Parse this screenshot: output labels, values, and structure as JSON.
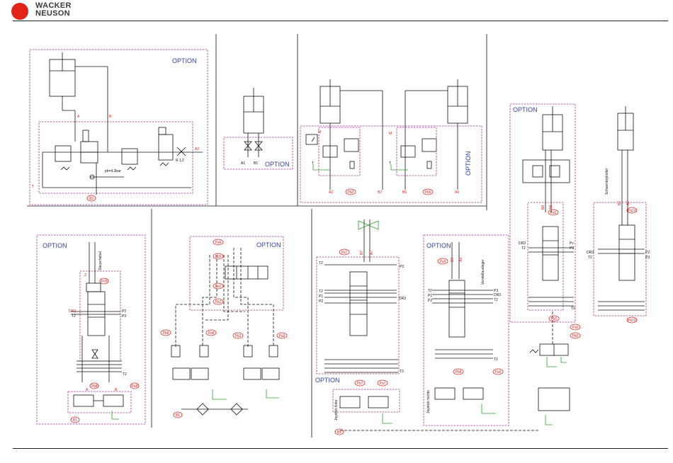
{
  "header": {
    "brand_line1": "WACKER",
    "brand_line2": "NEUSON"
  },
  "colors": {
    "option_label": "#2f3f9e",
    "option_frame": "#a0338c",
    "port_tag": "#e2231a",
    "tank_line": "#2aa12a",
    "brand_red": "#e2231a",
    "lines": "#111111"
  },
  "option_label": "OPTION",
  "panel1": {
    "a": "A",
    "b": "B",
    "t": "T",
    "r": "R 1,2",
    "a2": "A2",
    "pb": "pb=4,3bar",
    "port": "B3"
  },
  "panel2": {
    "a1": "A1",
    "b1": "B1"
  },
  "panel3": {
    "m1": "M",
    "m2": "M",
    "t1": "T",
    "t2": "T",
    "a2": "A2",
    "pb2": "Pb2",
    "b2": "B2",
    "b6": "B6",
    "pb6": "Pb6",
    "a6": "A6"
  },
  "panel4": {
    "rotated": "Steuerhebel",
    "z": "Z",
    "dr3": "DR3",
    "t2a": "T2",
    "p2": "P2",
    "p3": "P3",
    "t2b": "T2",
    "pv": "Pv9",
    "pb": "Pb8",
    "pa": "Pa8",
    "port": "B1",
    "a": "A",
    "b": "B"
  },
  "panel5": {
    "pa6": "Pa6",
    "pb5": "Pb5",
    "pa2": "Pa2",
    "pb2": "Pb2",
    "pb8": "Pb8",
    "pa8": "Pa8",
    "pb3": "Pb3",
    "pa3": "Pa3",
    "port": "B1"
  },
  "panel6": {
    "pa7": "Pa7",
    "b7": "B7",
    "a7": "A7",
    "t2a": "T2",
    "p3": "P3",
    "t2b": "T2",
    "p1": "P1",
    "p2": "P2",
    "dr3": "DR3",
    "t2c": "T2",
    "pb7": "Pb7",
    "pa7b": "Pa7",
    "port": "B1",
    "rotated": "Joystick links"
  },
  "panel7": {
    "pa9": "Pa9",
    "b9": "B9",
    "a9": "A9",
    "rotated_top": "Verstellausleger",
    "t2a": "T2",
    "p1": "P1",
    "p2": "P2",
    "p3": "P3",
    "dr3": "DR3",
    "t2b": "T2",
    "t2c": "T2",
    "pb9": "Pb9",
    "pa9b": "Pa9",
    "rotated": "Joystick rechts"
  },
  "panel8": {
    "pa": "Pa0",
    "dr3": "DR3",
    "t2": "T2",
    "pv": "Pv",
    "p3": "P3",
    "t2b": "T2",
    "pb": "Pb0",
    "pa2": "Pa0",
    "pb2": "Pb0",
    "b": "B8",
    "a": "A8"
  },
  "panel9": {
    "pa": "Pa10",
    "rotated": "Schwenkzylinder",
    "dr3": "DR3",
    "t2": "T2",
    "p2": "P2",
    "p3": "P3",
    "pb": "Pb10",
    "b": "B7",
    "a": "A7"
  }
}
